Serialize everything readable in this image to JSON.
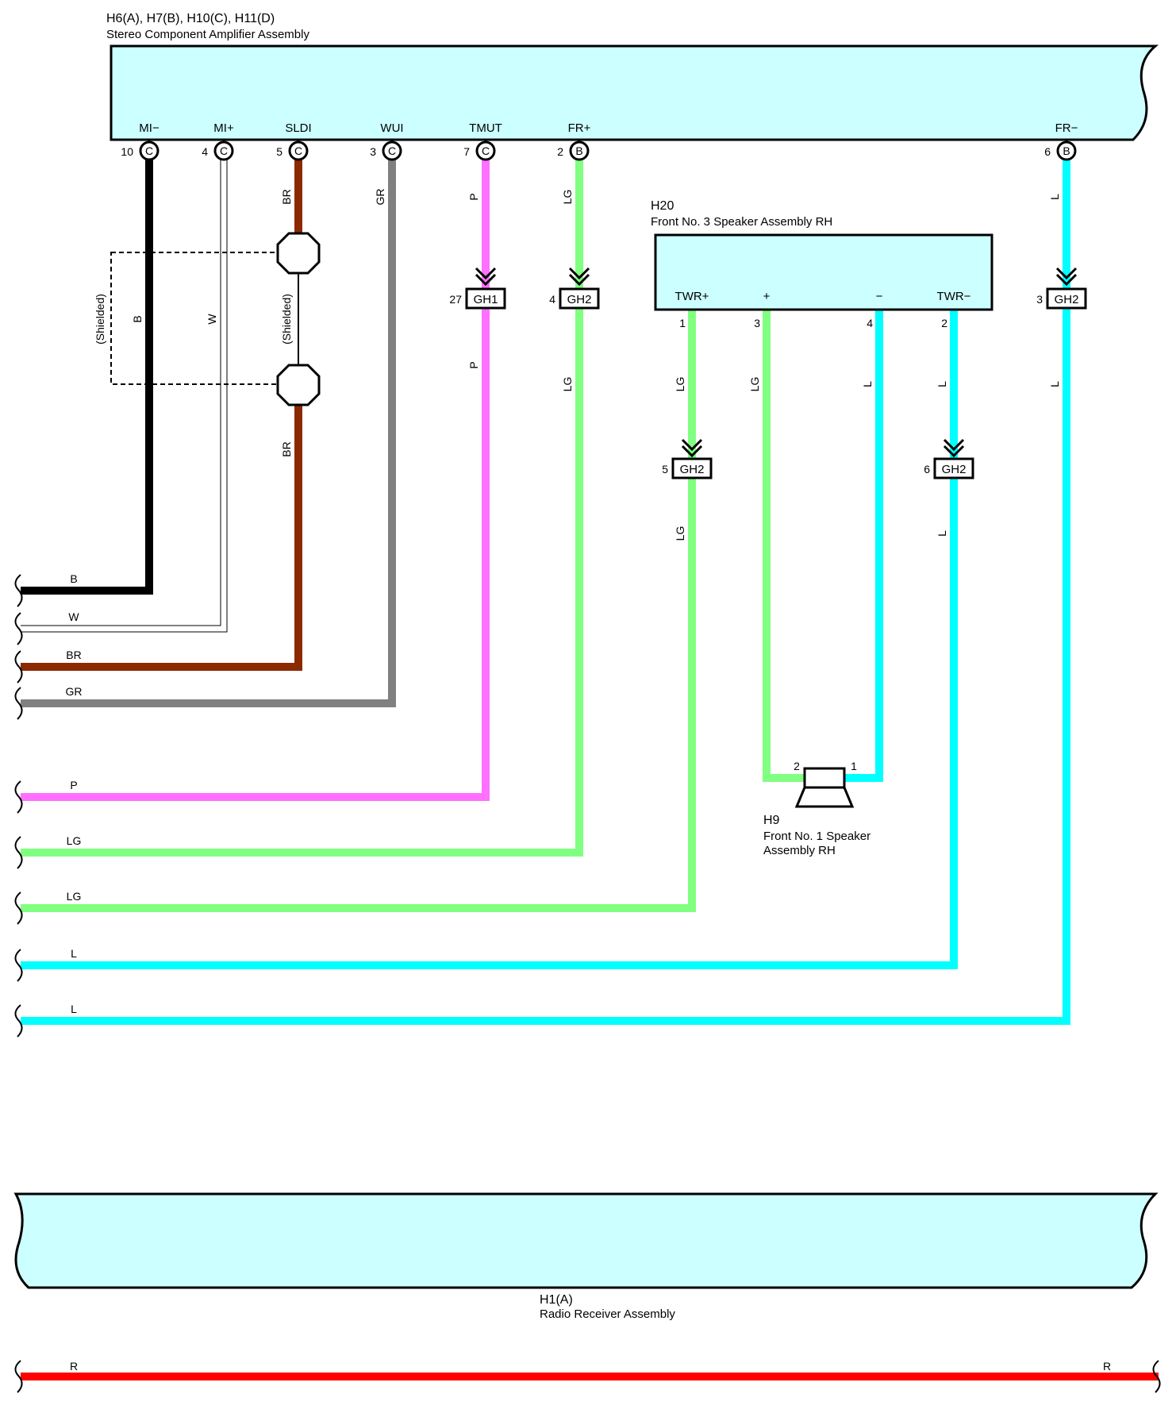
{
  "amp": {
    "id": "H6(A), H7(B), H10(C), H11(D)",
    "name": "Stereo Component Amplifier Assembly"
  },
  "amp_pins": [
    {
      "label": "MI−",
      "num": "10",
      "conn": "C",
      "wire": "B"
    },
    {
      "label": "MI+",
      "num": "4",
      "conn": "C",
      "wire": "W"
    },
    {
      "label": "SLDI",
      "num": "5",
      "conn": "C",
      "wire": "BR"
    },
    {
      "label": "WUI",
      "num": "3",
      "conn": "C",
      "wire": "GR"
    },
    {
      "label": "TMUT",
      "num": "7",
      "conn": "C",
      "wire": "P"
    },
    {
      "label": "FR+",
      "num": "2",
      "conn": "B",
      "wire": "LG"
    },
    {
      "label": "FR−",
      "num": "6",
      "conn": "B",
      "wire": "L"
    }
  ],
  "shield_label": "(Shielded)",
  "junctions": [
    {
      "name": "GH1",
      "num": "27",
      "wire_below": "P"
    },
    {
      "name": "GH2",
      "num": "4",
      "wire_below": "LG"
    },
    {
      "name": "GH2",
      "num": "3",
      "wire_below": "L"
    },
    {
      "name": "GH2",
      "num": "5",
      "wire_below": "LG"
    },
    {
      "name": "GH2",
      "num": "6",
      "wire_below": "L"
    }
  ],
  "speaker3": {
    "id": "H20",
    "name": "Front No. 3 Speaker Assembly RH",
    "pins": [
      {
        "label": "TWR+",
        "num": "1",
        "wire": "LG"
      },
      {
        "label": "+",
        "num": "3",
        "wire": "LG"
      },
      {
        "label": "−",
        "num": "4",
        "wire": "L"
      },
      {
        "label": "TWR−",
        "num": "2",
        "wire": "L"
      }
    ]
  },
  "speaker1": {
    "id": "H9",
    "name_line1": "Front No. 1 Speaker",
    "name_line2": "Assembly RH",
    "pin_left": "2",
    "pin_right": "1"
  },
  "left_wires": [
    "B",
    "W",
    "BR",
    "GR",
    "P",
    "LG",
    "LG",
    "L",
    "L"
  ],
  "radio": {
    "id": "H1(A)",
    "name": "Radio Receiver Assembly"
  },
  "bottom_wire": {
    "left": "R",
    "right": "R"
  },
  "colors": {
    "B": "#000000",
    "W": "#ffffff",
    "BR": "#8b2a00",
    "GR": "#808080",
    "P": "#ff70ff",
    "LG": "#80ff80",
    "L": "#00ffff",
    "R": "#ff0000",
    "component_fill": "#ccffff"
  }
}
